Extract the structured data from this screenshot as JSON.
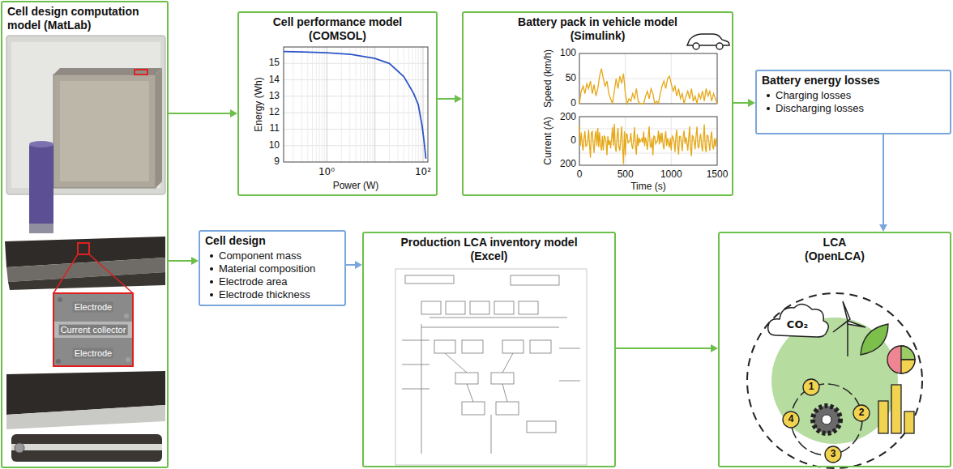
{
  "diagram": {
    "nodes": [
      {
        "text": [
          "Cell design computation model (MatLab)"
        ]
      },
      {
        "text": [
          "Cell performance model (COMSOL)"
        ]
      },
      {
        "text": [
          "Battery pack in vehicle model (Simulink)"
        ]
      },
      {
        "text": [
          "Battery energy losses",
          "Charging losses",
          "Discharging losses"
        ]
      },
      {
        "text": [
          "Cell design",
          "Component mass",
          "Material composition",
          "Electrode area",
          "Electrode thickness"
        ]
      },
      {
        "text": [
          "Production LCA inventory model (Excel)"
        ]
      },
      {
        "text": [
          "LCA (OpenLCA)"
        ]
      }
    ],
    "edges": [
      {
        "from": 0,
        "to": 1,
        "arrow": "to"
      },
      {
        "from": 1,
        "to": 2,
        "arrow": "to"
      },
      {
        "from": 2,
        "to": 3,
        "arrow": "to"
      },
      {
        "from": 3,
        "to": 6,
        "arrow": "to"
      },
      {
        "from": 0,
        "to": 4,
        "arrow": "to"
      },
      {
        "from": 4,
        "to": 5,
        "arrow": "to"
      },
      {
        "from": 5,
        "to": 6,
        "arrow": "to"
      }
    ],
    "labels": [
      "Electrode",
      "Current collector",
      "Electrode",
      "15",
      "14",
      "13",
      "12",
      "11",
      "10",
      "9",
      "Energy (Wh)",
      "10⁰",
      "10²",
      "Power (W)",
      "100",
      "50",
      "0",
      "Speed (km/h)",
      "200",
      "0",
      "200",
      "Current (A)",
      "0",
      "500",
      "1000",
      "1500",
      "Time (s)",
      "CO₂",
      "1",
      "2",
      "3",
      "4"
    ]
  }
}
